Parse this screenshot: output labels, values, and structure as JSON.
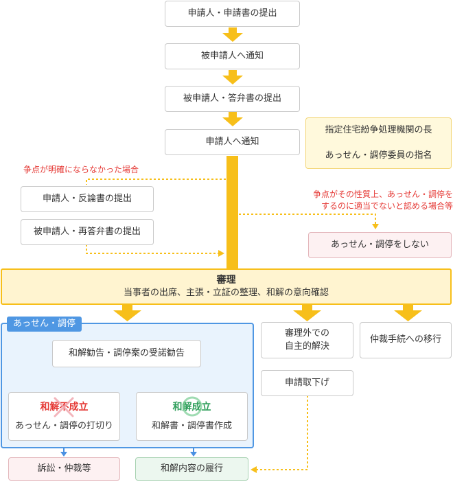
{
  "steps": {
    "submit_application": "申請人・申請書の提出",
    "notify_respondent": "被申請人へ通知",
    "submit_answer": "被申請人・答弁書の提出",
    "notify_applicant": "申請人へ通知"
  },
  "designation": {
    "org": "指定住宅紛争処理機関の長",
    "designate": "あっせん・調停委員の指名"
  },
  "unclear_points": {
    "label": "争点が明確にならなかった場合",
    "rebuttal": "申請人・反論書の提出",
    "re_answer": "被申請人・再答弁書の提出"
  },
  "inappropriate": {
    "label_line1": "争点がその性質上、あっせん・調停を",
    "label_line2": "するのに適当でないと認める場合等",
    "result": "あっせん・調停をしない"
  },
  "review": {
    "title": "審理",
    "subtitle": "当事者の出席、主張・立証の整理、和解の意向確認"
  },
  "mediation": {
    "header": "あっせん・調停",
    "recommend": "和解勧告・調停案の受諾勧告",
    "fail_title": "和解不成立",
    "fail_detail": "あっせん・調停の打切り",
    "success_title": "和解成立",
    "success_detail": "和解書・調停書作成"
  },
  "outside": {
    "line1": "審理外での",
    "line2": "自主的解決",
    "withdraw": "申請取下げ"
  },
  "arbitration": "仲裁手続への移行",
  "outcomes": {
    "litigation": "訴訟・仲裁等",
    "execution": "和解内容の履行"
  },
  "colors": {
    "arrow": "#f7bf1a",
    "review_bg": "#fff4d0",
    "mediation_border": "#4f97e3",
    "mediation_bg": "#e9f3fd",
    "red_text": "#e53935",
    "green_text": "#2e9e5a",
    "tree_line": "#4a90e2"
  }
}
